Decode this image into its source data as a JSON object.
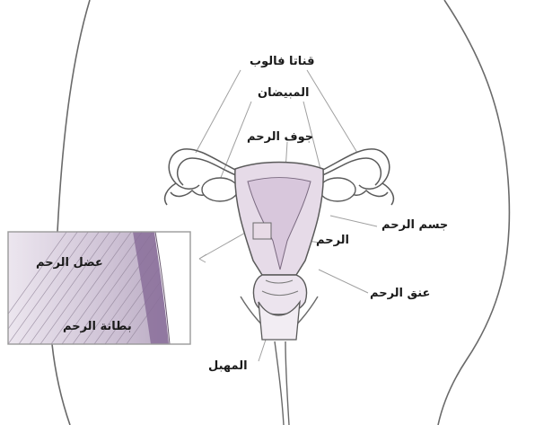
{
  "labels": {
    "fallopian_tubes": "قناتا فالوب",
    "ovaries": "المبيضان",
    "uterine_cavity": "جوف الرحم",
    "uterine_body": "جسم الرحم",
    "uterus": "الرحم",
    "cervix": "عنق الرحم",
    "vagina": "المهبل",
    "myometrium": "عضل الرحم",
    "endometrium": "بطانة الرحم"
  },
  "colors": {
    "outline": "#5a5a5a",
    "leader_line": "#9a9a9a",
    "uterus_fill": "#e6dbe8",
    "cavity_fill": "#d8c7dc",
    "muscle_fill": "#b9adc2",
    "lining_fill": "#8a6f9a",
    "inset_border": "#9a9a9a"
  }
}
